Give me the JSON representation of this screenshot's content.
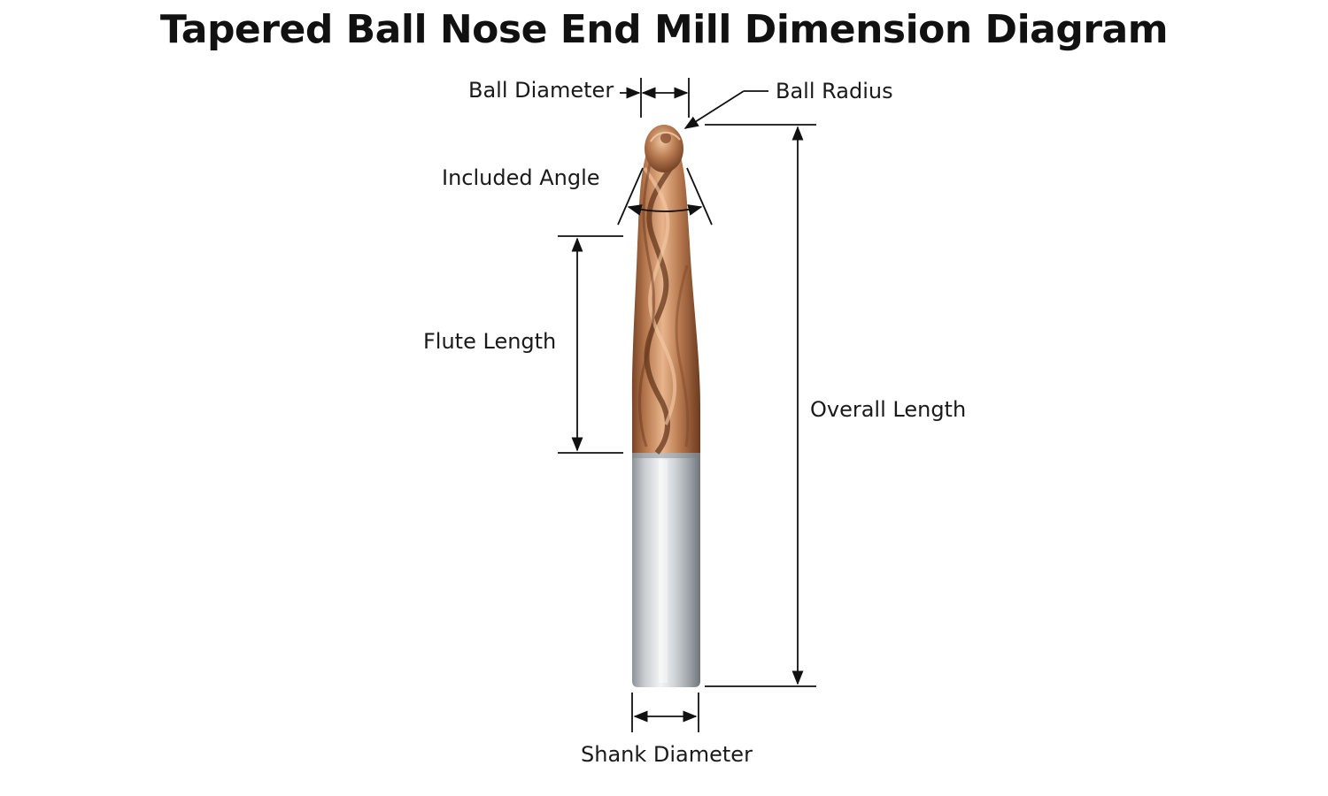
{
  "title": "Tapered Ball Nose End Mill Dimension Diagram",
  "labels": {
    "ball_diameter": "Ball Diameter",
    "ball_radius": "Ball Radius",
    "included_angle": "Included Angle",
    "flute_length": "Flute Length",
    "overall_length": "Overall Length",
    "shank_diameter": "Shank Diameter"
  },
  "colors": {
    "coating": "#b7794f",
    "coating_highlight": "#e8b48c",
    "coating_shadow": "#7a4526",
    "shank": "#9aa0a6",
    "shank_highlight": "#eef0f2",
    "dimension_line": "#111111"
  }
}
